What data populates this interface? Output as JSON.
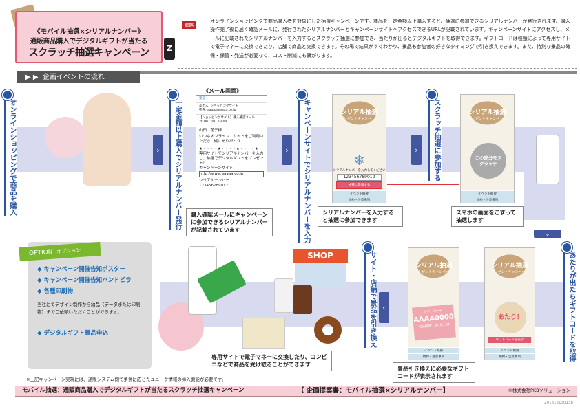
{
  "title": {
    "line1": "《モバイル抽選×シリアルナンバー》",
    "line2": "通販商品購入でデジタルギフトが当たる",
    "line3": "スクラッチ抽選キャンペーン"
  },
  "overview": {
    "tag": "概略",
    "text": "オンラインショッピングで商品購入者を対象にした抽選キャンペーンです。商品を一定金額以上購入すると、抽選に参加できるシリアルナンバーが発行されます。購入操作完了後に届く確認メールに、発行されたシリアルナンバーとキャンペーンサイトへアクセスできるURLが記載されています。キャンペーンサイトにアクセスし、メールに記載されたシリアルナンバーを入力するとスクラッチ抽選に参加でき、当たりが出るとデジタルギフトを取得できます。ギフトコードは種類によって専用サイトで電子マネーに交換できたり、店舗で商品と交換できます。その場で結果がすぐわかり、景品も参加者の好きなタイミングで引き換えできます。また、特別な景品の確保・保管・発送が必要なく、コスト削減にも繋がります。"
  },
  "section_title": "企画イベントの流れ",
  "steps": [
    "オンラインショッピングで商品を購入",
    "一定金額以上購入でシリアルナンバー発行",
    "キャンペーンサイトでシリアルナンバーを入力",
    "スクラッチ抽選に参加する",
    "あたりが出たらギフトコードを取得",
    "サイト・店舗で景品を引き換え"
  ],
  "mail": {
    "caption": "《メール画面》",
    "back": "受信",
    "from": "差出人: ショッピングサイト",
    "to": "宛先: aaaaa@aaaa.co.jp",
    "subject": "【ショッピングサイト】購入確認メール",
    "date": "2018/12/01 13:04",
    "name": "山田　花子様",
    "greeting": "いつもオンライン　サイトをご利用いただき、誠にありがとう",
    "stars": "★・・・・★・・・・★・・・・★",
    "body": "専用サイトでシリアルナンバーを入力し、抽選でデジタルギフトをプレゼント！",
    "site_label": "キャンペーンサイト",
    "url": "http://www.aaaaa.co.jp",
    "serial_label": "シリアルナンバー",
    "serial": "123456789012"
  },
  "callouts": {
    "mail": "購入確認メールにキャンペーンに参加できるシリアルナンバーが記載されています",
    "input": "シリアルナンバーを入力すると抽選に参加できます",
    "scratch": "スマホの画面をこすって抽選します",
    "gift": "景品引き換えに必要なギフトコードが表示されます",
    "exchange": "専用サイトで電子マネーに交換したり、コンビニなどで商品を受け取ることができます"
  },
  "campaign": {
    "title": "シリアル抽選",
    "subtitle": "プレゼントキャンペーン",
    "input_label": "シリアルナンバーを入力してください",
    "serial": "123456789012",
    "join_btn": "抽選に参加する",
    "menu1": "イベント概要",
    "menu2": "規約・注意事項",
    "scratch_text": "この部分をスクラッチ",
    "gift_code_label": "ギフトコード",
    "gift_code": "AAAA0000",
    "gift_expiry": "有効期限：2019.1.31",
    "win": "あたり！",
    "get_code_btn": "ギフトコードを表示"
  },
  "shop_sign": "SHOP",
  "option": {
    "tag": "OPTION",
    "tag_sub": "オプション",
    "items": [
      "キャンペーン開催告知ポスター",
      "キャンペーン開催告知ハンドビラ",
      "各種印刷物"
    ],
    "note": "当社にてデザイン制作から納品（データまたは印刷物）までご依頼いただくことができます。",
    "extra": "デジタルギフト景品申込"
  },
  "footnote": "※上記キャンペーン実現には、通販システム側で条件に応じたユニーク情報の挿入機能が必要です。",
  "footer": {
    "left": "モバイル抽選：通販商品購入でデジタルギフトが当たるスクラッチ抽選キャンペーン",
    "center": "【 企画提案書：モバイル抽選×シリアルナンバー】",
    "right": "©株式会社PKBソリューション",
    "code": "201812130138"
  }
}
